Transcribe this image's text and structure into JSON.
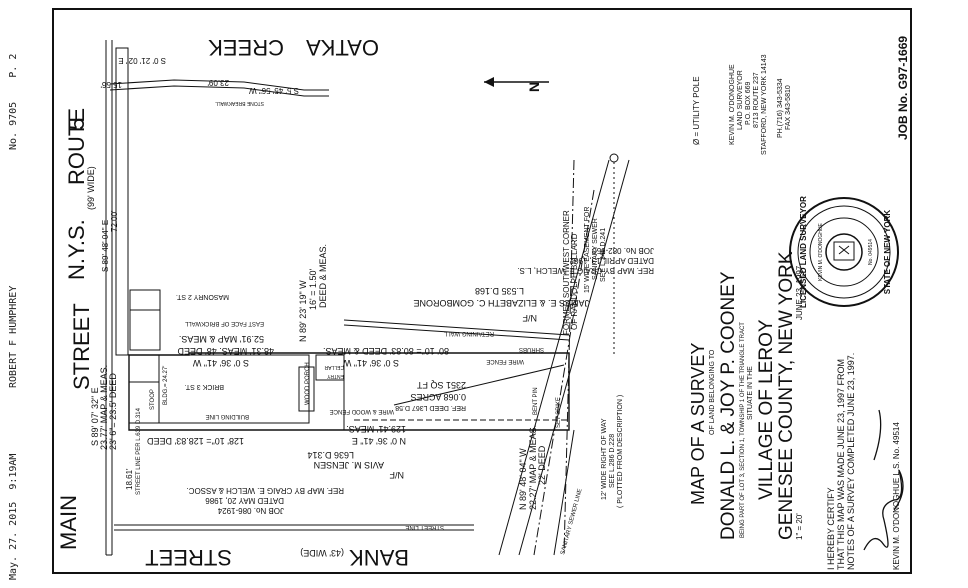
{
  "fax_header": {
    "date": "May. 27. 2015",
    "time": "9:19AM",
    "sender": "ROBERT F HUMPHREY",
    "number": "No. 9705",
    "page": "P. 2"
  },
  "streets": {
    "main": "MAIN",
    "street_left": "STREET",
    "main_width": "(99' WIDE)",
    "route": "N.Y.S. ROUTE 5",
    "route_street": "STREET",
    "route_n": "N.Y.S.",
    "route_word": "ROUTE",
    "route_num": "5",
    "bank": "BANK",
    "bank_street": "STREET",
    "bank_width": "(43' WIDE)",
    "creek": "OATKA CREEK",
    "creek_1": "OATKA",
    "creek_2": "CREEK"
  },
  "bearings": {
    "top_1": "S 0' 21' 02\" E",
    "top_2": "15.56'",
    "top_3": "S 5' 45' 56\" W",
    "top_4": "23.09'",
    "top_stone_wall": "STONE BREAKWALL",
    "route_s": "S 89' 48' 04\" E",
    "route_d": "72.00'",
    "main_s": "S 89' 07' 32\" E",
    "main_d": "23.77' MAP & MEAS.",
    "main_d2": "23' 6\"= 23.5' DEED",
    "left_1": "18.61'",
    "left_2": "STREET LINE PER L.639 D.314",
    "bank_n": "N 89' 48' 04\" W",
    "bank_d": "22.27' MAP & MEAS.",
    "bank_d2": "22' DEED",
    "east_1": "129.41' MEAS.",
    "east_2": "N 0' 36' 41\" E",
    "east_3": "128' 10\"= 128.83' DEED",
    "mid_1": "80' 10\"= 80.83' DEED & MEAS.",
    "mid_2": "S 0' 36' 41\" W",
    "north_1": "48.31' MEAS. 48' DEED",
    "north_2": "S 0' 36' 41\" W",
    "north_3": "52.91' MAP & MEAS.",
    "north_4": "EAST FACE OF BRICKWALL",
    "n_right_1": "N 89' 23' 19\" W",
    "n_right_2": "16' = 1.50'",
    "n_right_3": "DEED & MEAS."
  },
  "parcels": {
    "area": "2351 SQ FT",
    "acres": "0.068 ACRES",
    "ref_deed": "REF. DEED L367 D.58",
    "jensen_nf": "N/F",
    "jensen_name": "AVIS M. JENSEN",
    "jensen_ld": "L636 D.314",
    "jensen_ref": "REF. MAP BY CRAIG E. WELCH & ASSOC.",
    "jensen_date": "DATED MAY 20, 1986",
    "jensen_job": "JOB No. 086-1924",
    "gombo_nf": "N/F",
    "gombo_name": "JAMES E. & ELIZABETH C. GOMBORONE",
    "gombo_ld": "L.535 D.168",
    "gombo_ref": "REF. MAP BY CRAIG E. WELCH, L.S.",
    "gombo_date": "DATED APRIL 13, 1982",
    "gombo_job": "JOB No. 082-950",
    "former_1": "FORMER SOUTHWEST CORNER",
    "former_2": "OF RANDOLPH BALLARD",
    "easement_1": "15' WIDE EASEMENT FOR",
    "easement_2": "SANITARY SEWER",
    "easement_3": "SEE L.346 D.241",
    "row_1": "12' WIDE RIGHT OF WAY",
    "row_2": "SEE L.286 D.228",
    "row_3": "( PLOTTED FROM DESCRIPTION )",
    "sanitary": "SANITARY SEWER LINE",
    "wire_fence": "WIRE FENCE",
    "wire_wood": "WIRE & WOOD FENCE",
    "retaining": "RETAINING WALL",
    "shrubs": "SHRUBS",
    "brick": "BRICK 3 ST.",
    "masonry": "MASONRY 2 ST.",
    "building_line": "BUILDING LINE",
    "bldg": "BLDG.= 24.27'",
    "wood_porch": "WOOD PORCH",
    "entry": "ENTRY",
    "cellar": "CELLAR",
    "stoop": "STOOP",
    "street_line": "STREET LINE",
    "set_spike": "SET SPIKE",
    "bent_pin": "BENT PIN"
  },
  "title_block": {
    "map_of": "MAP OF A SURVEY",
    "of_land": "OF LAND BELONGING TO",
    "owners": "DONALD L. & JOY P. COONEY",
    "being": "BEING PART OF LOT 3, SECTION 1, TOWNSHIP 1 OF THE TRIANGLE TRACT",
    "situate": "SITUATE IN THE",
    "village": "VILLAGE OF LEROY",
    "county": "GENESEE COUNTY, NEW YORK",
    "scale": "1\" = 20'",
    "date": "JUNE 23, 1997",
    "certify_1": "I HEREBY CERTIFY",
    "certify_2": "THAT THIS MAP WAS MADE JUNE 23, 1997 FROM",
    "certify_3": "NOTES OF A SURVEY COMPLETED JUNE 23, 1997.",
    "signer": "KEVIN M. O'DONOGHUE L.S. No. 49514"
  },
  "surveyor_block": {
    "legend": "Ø = UTILITY POLE",
    "name": "KEVIN M. O'DONOGHUE",
    "title": "LAND SURVEYOR",
    "box": "P.O. BOX 669",
    "route": "8713 ROUTE 237",
    "city": "STAFFORD, NEW YORK 14143",
    "phone": "PH.(716) 343-5334",
    "fax": "FAX 343-5810",
    "job": "JOB No. G97-1669"
  },
  "seal": {
    "outer_top": "LICENSED LAND SURVEYOR",
    "outer_bottom": "STATE OF NEW YORK",
    "inner": "KEVIN M. O'DONOGHUE",
    "number": "No. 049514"
  },
  "north_label": "N"
}
